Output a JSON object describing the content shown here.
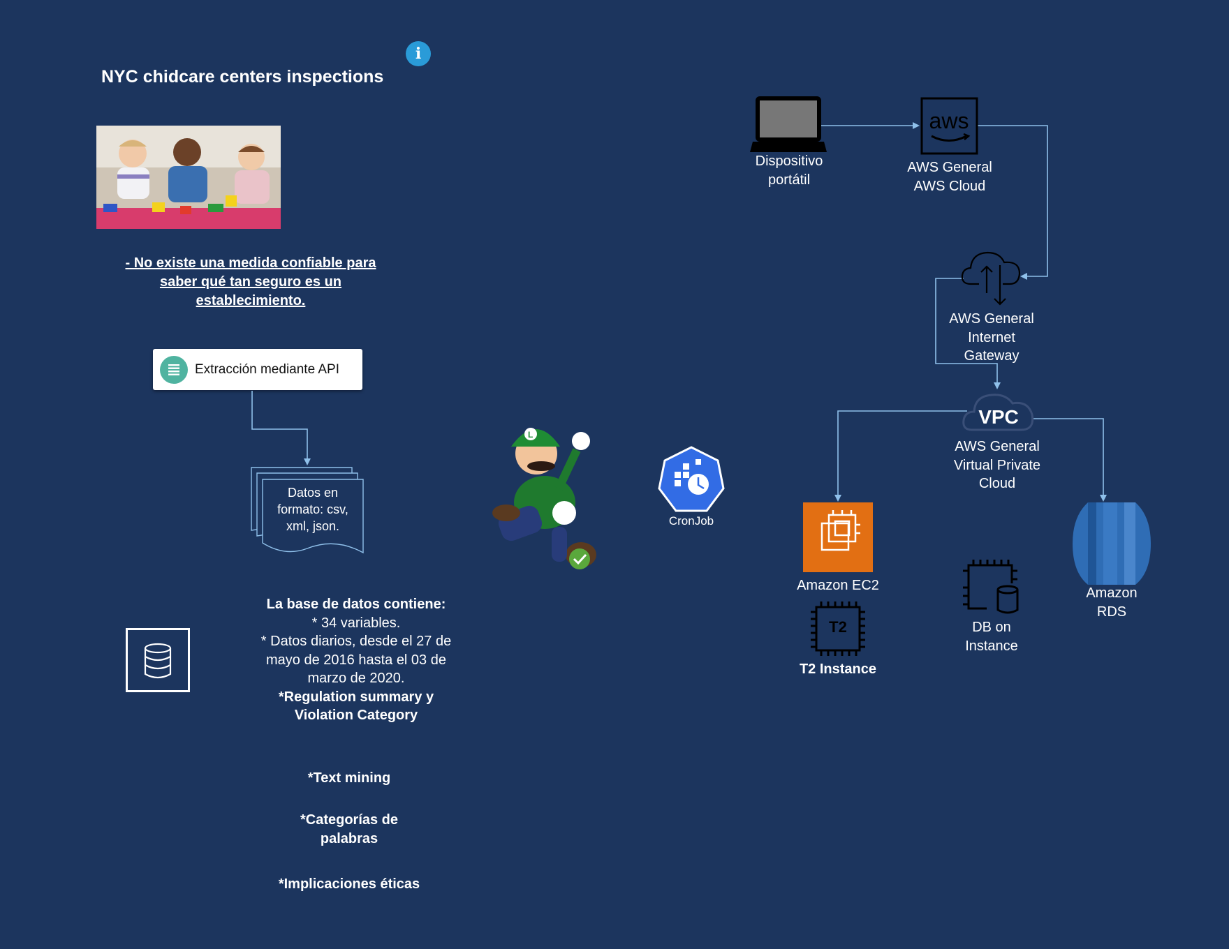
{
  "title": "NYC chidcare centers inspections",
  "icons": {
    "info": "info-icon",
    "photo": "children-playing-photo",
    "api_badge": "list-icon",
    "database": "database-icon",
    "mascot": "luigi-character",
    "cronjob": "cronjob-icon",
    "laptop": "laptop-icon",
    "aws": "aws-logo-icon",
    "gateway": "cloud-upload-download-icon",
    "vpc": "vpc-cloud-icon",
    "ec2": "ec2-chip-icon",
    "t2": "t2-chip-icon",
    "db_instance": "chip-database-icon",
    "rds": "rds-icon"
  },
  "problem_statement": [
    "- No existe una medida confiable para",
    "saber qué tan seguro es un",
    "establecimiento."
  ],
  "api_box": {
    "label": "Extracción mediante API"
  },
  "data_doc": {
    "lines": [
      "Datos en",
      "formato: csv,",
      "xml, json."
    ]
  },
  "description": {
    "heading": "La base de datos contiene:",
    "lines": [
      "* 34 variables.",
      "* Datos diarios, desde el 27 de",
      "mayo de 2016 hasta el 03 de",
      "marzo de 2020."
    ],
    "bold_lines": [
      "*Regulation summary y",
      "Violation Category"
    ]
  },
  "bullets": {
    "text_mining": "*Text mining",
    "categorias": [
      "*Categorías de",
      "palabras"
    ],
    "implicaciones": "*Implicaciones éticas"
  },
  "cronjob": {
    "label": "CronJob"
  },
  "aws": {
    "laptop": [
      "Dispositivo",
      "portátil"
    ],
    "cloud": [
      "AWS General",
      "AWS Cloud"
    ],
    "gateway": [
      "AWS General",
      "Internet",
      "Gateway"
    ],
    "vpc": [
      "AWS General",
      "Virtual Private",
      "Cloud"
    ],
    "vpc_badge": "VPC",
    "ec2": "Amazon EC2",
    "t2": "T2 Instance",
    "t2_badge": "T2",
    "db_instance": [
      "DB on",
      "Instance"
    ],
    "rds": [
      "Amazon",
      "RDS"
    ]
  },
  "colors": {
    "background": "#1c355e",
    "connector": "#8fc0ea",
    "info": "#2a9bd8",
    "ec2": "#e26f13",
    "rds": "#2f6db5",
    "cron": "#326ce5",
    "badge": "#4fb3a0"
  }
}
